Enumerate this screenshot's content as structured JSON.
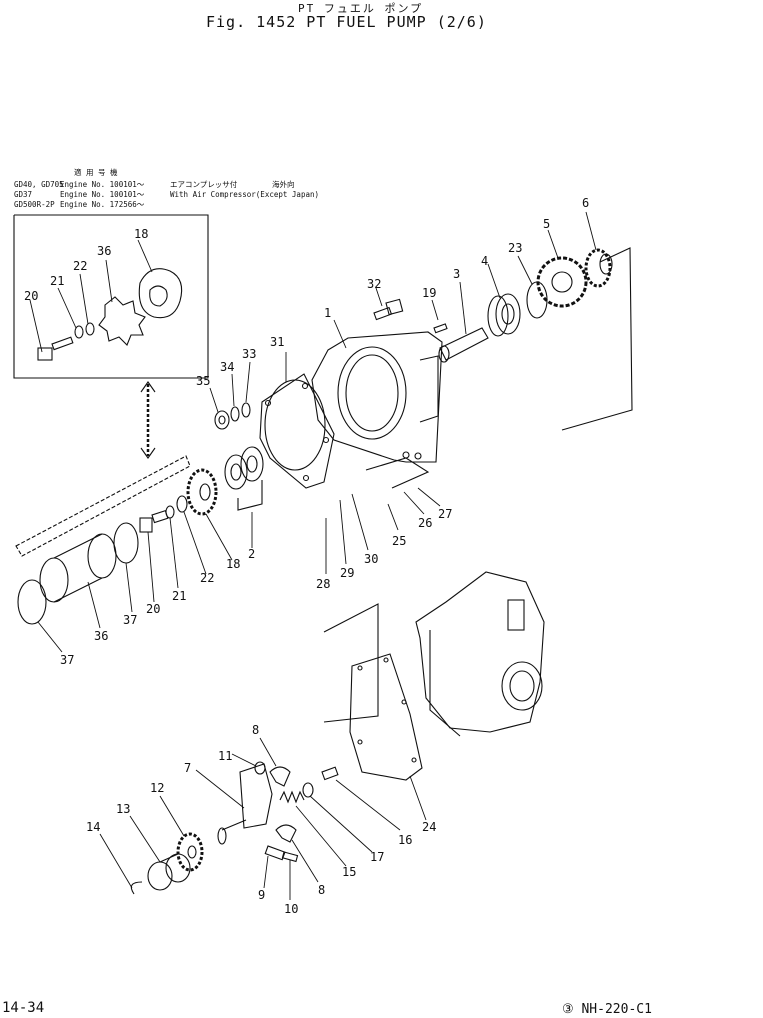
{
  "header": {
    "title_jp": "PT フュエル ポンプ",
    "title": "Fig. 1452   PT FUEL PUMP (2/6)"
  },
  "applicability": {
    "heading": "適 用 号 機",
    "rows": [
      {
        "model": "GD40, GD705",
        "engine": "Engine No. 100101～",
        "note": "エアコンプレッサ付",
        "note2": "海外向"
      },
      {
        "model": "GD37",
        "engine": "Engine No. 100101～",
        "note": "With Air Compressor(Except Japan)",
        "note2": ""
      },
      {
        "model": "GD500R-2P",
        "engine": "Engine No. 172566～",
        "note": "",
        "note2": ""
      }
    ]
  },
  "callouts": {
    "c1": "1",
    "c2": "2",
    "c3": "3",
    "c4": "4",
    "c5": "5",
    "c6": "6",
    "c7": "7",
    "c8a": "8",
    "c8b": "8",
    "c9": "9",
    "c10": "10",
    "c11": "11",
    "c12": "12",
    "c13": "13",
    "c14": "14",
    "c15": "15",
    "c16": "16",
    "c17": "17",
    "c18a": "18",
    "c18b": "18",
    "c19": "19",
    "c20a": "20",
    "c20b": "20",
    "c21a": "21",
    "c21b": "21",
    "c22a": "22",
    "c22b": "22",
    "c23": "23",
    "c24": "24",
    "c25": "25",
    "c26": "26",
    "c27": "27",
    "c28": "28",
    "c29": "29",
    "c30": "30",
    "c31": "31",
    "c32": "32",
    "c33": "33",
    "c34": "34",
    "c35": "35",
    "c36a": "36",
    "c36b": "36",
    "c37a": "37",
    "c37b": "37"
  },
  "footer": {
    "page": "14-34",
    "code": "③ NH-220-C1"
  }
}
